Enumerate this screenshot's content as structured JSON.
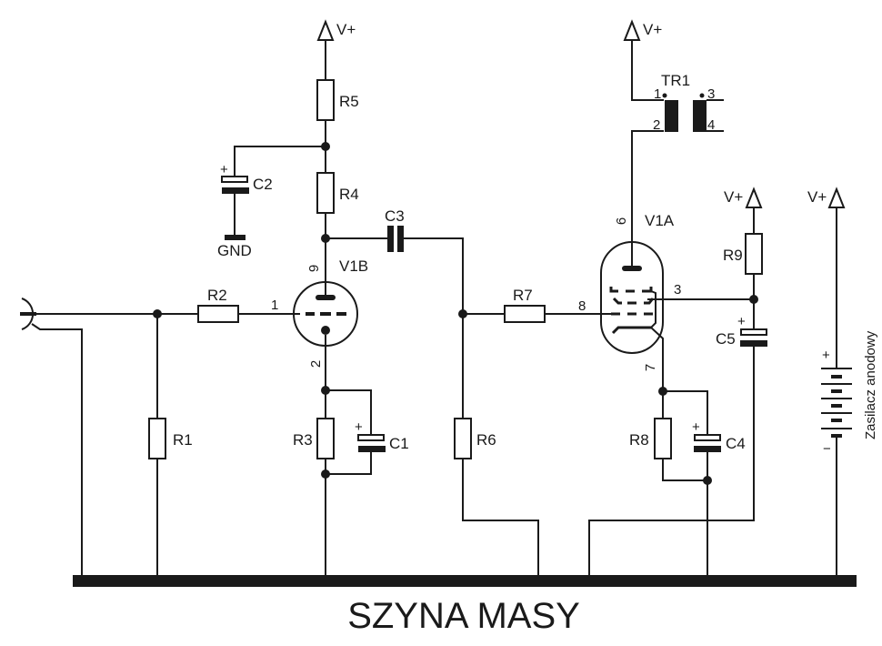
{
  "diagram": {
    "type": "tube amplifier schematic",
    "title": "SZYNA MASY",
    "supply_label": "V+",
    "ground_label": "GND",
    "power_supply_label": "Zasilacz anodowy",
    "plus_sign": "+",
    "minus_sign": "−",
    "components": {
      "R1": "R1",
      "R2": "R2",
      "R3": "R3",
      "R4": "R4",
      "R5": "R5",
      "R6": "R6",
      "R7": "R7",
      "R8": "R8",
      "R9": "R9",
      "C1": "C1",
      "C2": "C2",
      "C3": "C3",
      "C4": "C4",
      "C5": "C5",
      "V1A": "V1A",
      "V1B": "V1B",
      "TR1": "TR1"
    },
    "pins": {
      "v1b_grid": "1",
      "v1b_cathode": "2",
      "v1b_anode": "9",
      "v1a_screen": "3",
      "v1a_anode": "6",
      "v1a_cathode": "7",
      "v1a_grid": "8",
      "tr1_1": "1",
      "tr1_2": "2",
      "tr1_3": "3",
      "tr1_4": "4"
    }
  }
}
